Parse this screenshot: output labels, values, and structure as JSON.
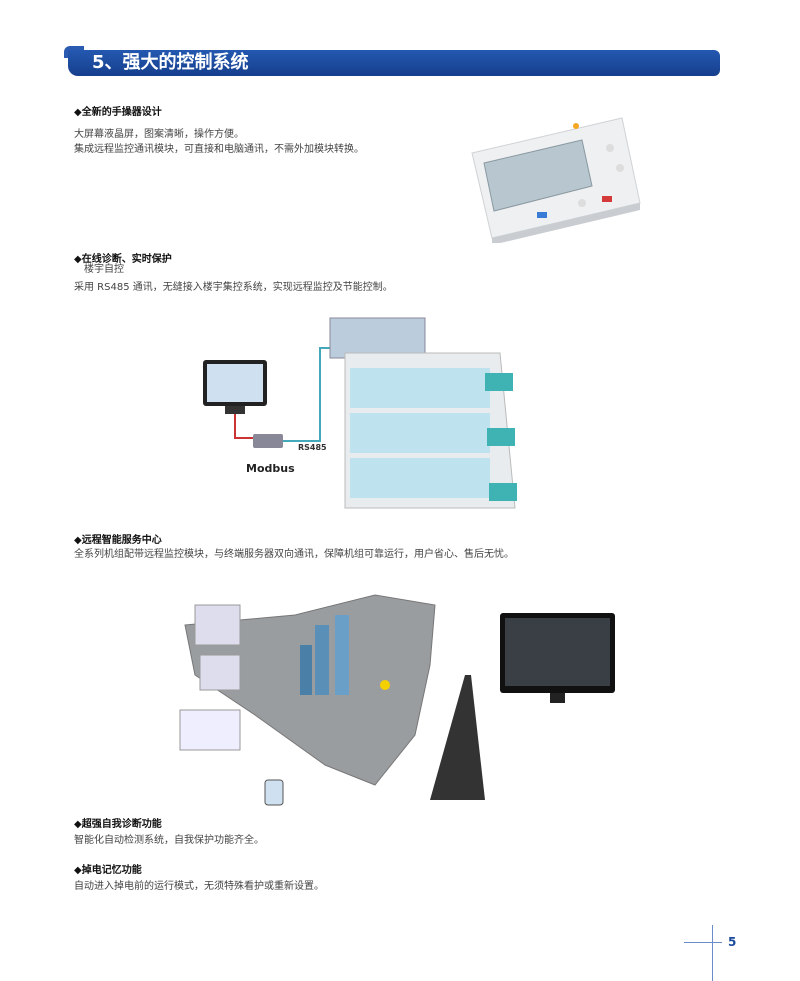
{
  "header": {
    "title": "5、强大的控制系统"
  },
  "sections": [
    {
      "heading": "◆全新的手操器设计",
      "lines": [
        "大屏幕液晶屏，图案清晰，操作方便。",
        "集成远程监控通讯模块，可直接和电脑通讯，不需外加模块转换。"
      ]
    },
    {
      "heading": "◆在线诊断、实时保护",
      "subheading": "楼宇自控",
      "lines": [
        "采用 RS485 通讯，无缝接入楼宇集控系统，实现远程监控及节能控制。"
      ]
    },
    {
      "heading": "◆远程智能服务中心",
      "lines": [
        "全系列机组配带远程监控模块，与终端服务器双向通讯，保障机组可靠运行，用户省心、售后无忧。"
      ]
    },
    {
      "heading": "◆超强自我诊断功能",
      "lines": [
        "智能化自动检测系统，自我保护功能齐全。"
      ]
    },
    {
      "heading": "◆掉电记忆功能",
      "lines": [
        "自动进入掉电前的运行模式，无须特殊看护或重新设置。"
      ]
    }
  ],
  "diagram": {
    "rs485_label": "RS485",
    "modbus_label": "Modbus"
  },
  "page_number": "5",
  "colors": {
    "accent": "#1a4a9c"
  }
}
